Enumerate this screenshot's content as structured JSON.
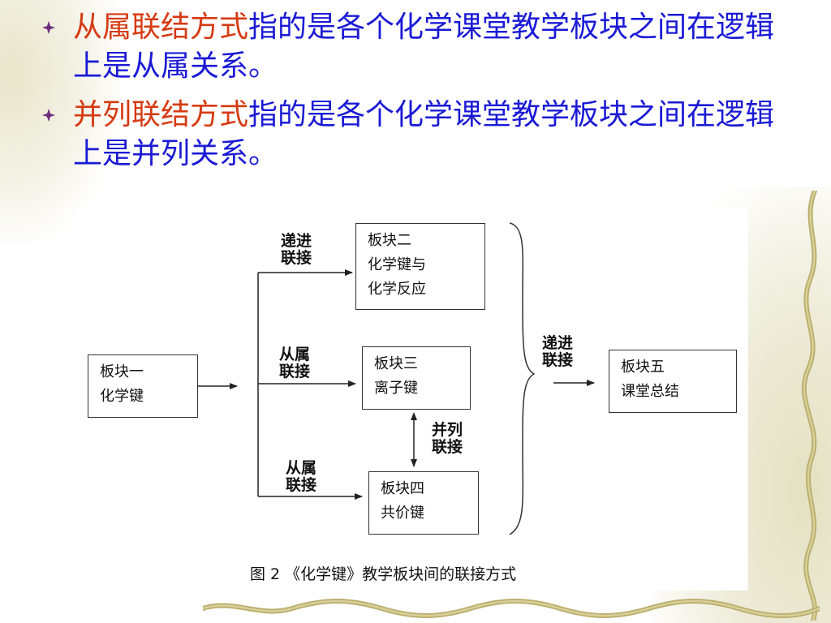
{
  "bullets": [
    {
      "term": "从属联结方式",
      "text": "指的是各个化学课堂教学板块之间在逻辑上是从属关系。"
    },
    {
      "term": "并列联结方式",
      "text": "指的是各个化学课堂教学板块之间在逻辑上是并列关系。"
    }
  ],
  "diagram": {
    "boxes": {
      "b1": [
        "板块一",
        "化学键"
      ],
      "b2": [
        "板块二",
        "化学键与",
        "化学反应"
      ],
      "b3": [
        "板块三",
        "离子键"
      ],
      "b4": [
        "板块四",
        "共价键"
      ],
      "b5": [
        "板块五",
        "课堂总结"
      ]
    },
    "labels": {
      "progressive_top": [
        "递进",
        "联接"
      ],
      "subordinate_mid": [
        "从属",
        "联接"
      ],
      "subordinate_bot": [
        "从属",
        "联接"
      ],
      "parallel": [
        "并列",
        "联接"
      ],
      "progressive_right": [
        "递进",
        "联接"
      ]
    },
    "caption": "图 2 《化学键》教学板块间的联接方式"
  },
  "colors": {
    "term": "#d63a12",
    "body_text": "#1a1ad6",
    "bullet_icon": "#6b2d7a"
  }
}
